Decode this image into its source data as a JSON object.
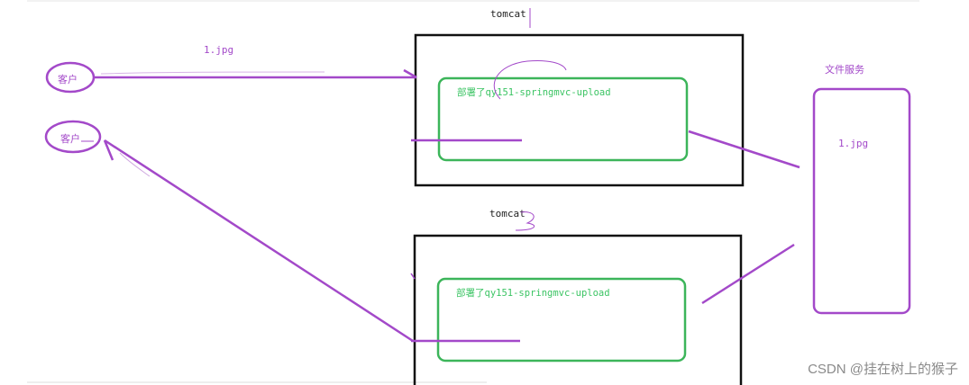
{
  "colors": {
    "purple": "#a349c9",
    "green": "#3cc464",
    "black": "#111111",
    "watermark": "#8a8a8a"
  },
  "tomcat_top": {
    "label": "tomcat",
    "app_label": "部署了qy151-springmvc-upload"
  },
  "tomcat_bottom": {
    "label": "tomcat",
    "app_label": "部署了qy151-springmvc-upload"
  },
  "client_top": {
    "label": "客户"
  },
  "client_bottom": {
    "label": "客户"
  },
  "request_label": "1.jpg",
  "file_service": {
    "title": "文件服务",
    "file_label": "1.jpg"
  },
  "watermark": "CSDN @挂在树上的猴子"
}
